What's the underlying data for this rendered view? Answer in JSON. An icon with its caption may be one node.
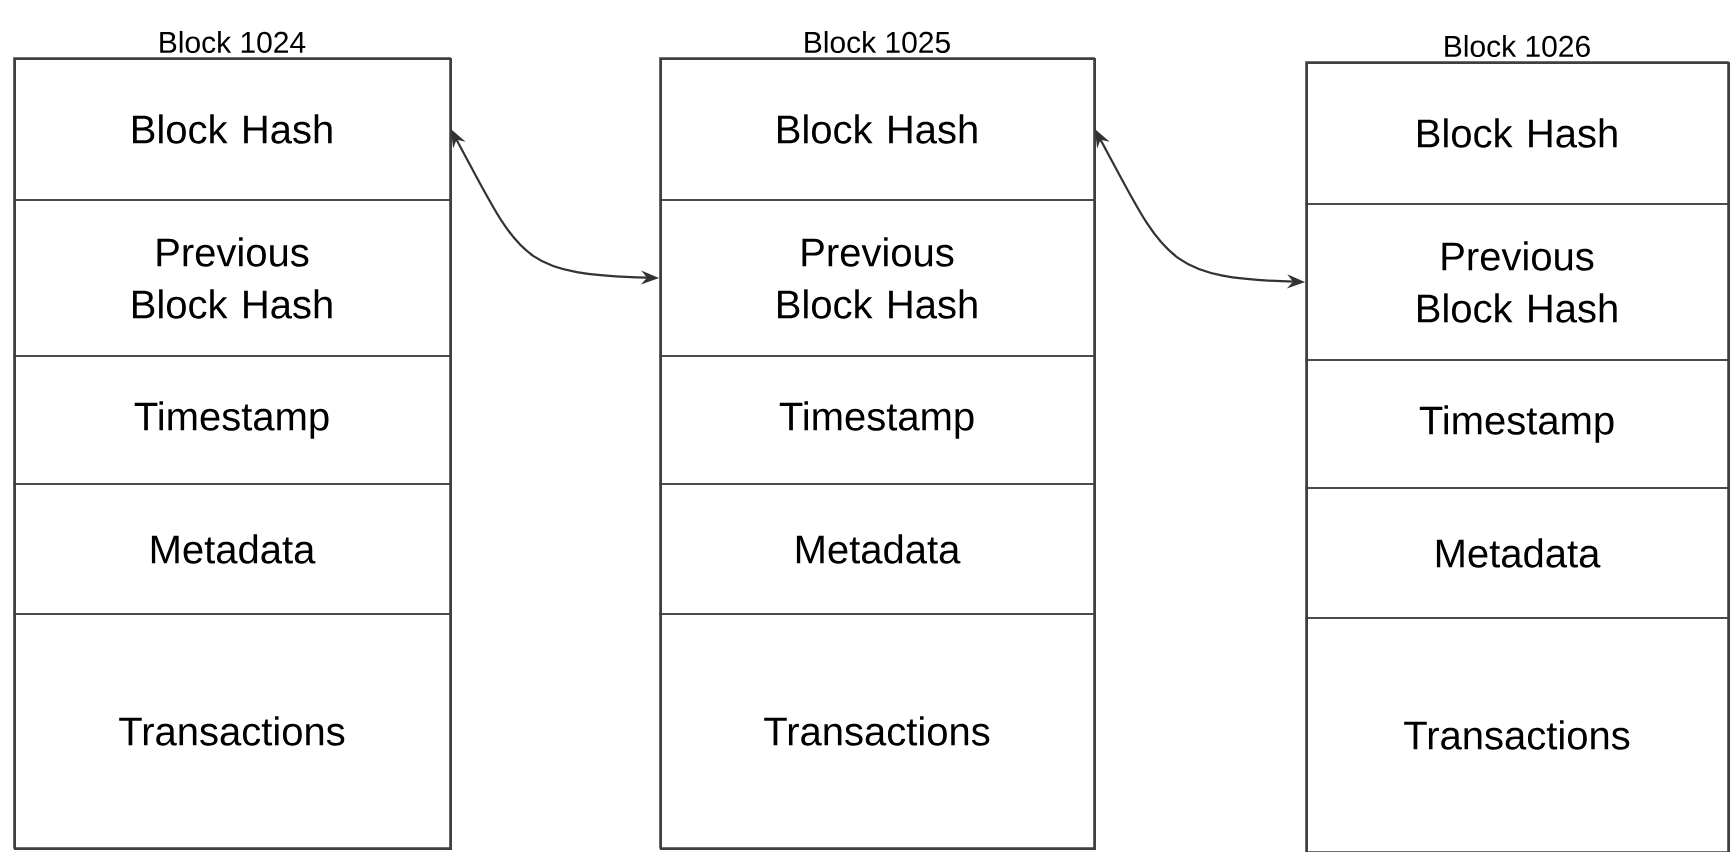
{
  "diagram": {
    "nodes": [
      {
        "text": [
          "Block 1024"
        ]
      },
      {
        "text": [
          "Block Hash"
        ],
        "in": 0
      },
      {
        "text": [
          "Previous Block Hash"
        ],
        "in": 0
      },
      {
        "text": [
          "Timestamp"
        ],
        "in": 0
      },
      {
        "text": [
          "Metadata"
        ],
        "in": 0
      },
      {
        "text": [
          "Transactions"
        ],
        "in": 0
      },
      {
        "text": [
          "Block 1025"
        ]
      },
      {
        "text": [
          "Block Hash"
        ],
        "in": 6
      },
      {
        "text": [
          "Previous Block Hash"
        ],
        "in": 6
      },
      {
        "text": [
          "Timestamp"
        ],
        "in": 6
      },
      {
        "text": [
          "Metadata"
        ],
        "in": 6
      },
      {
        "text": [
          "Transactions"
        ],
        "in": 6
      },
      {
        "text": [
          "Block 1026"
        ]
      },
      {
        "text": [
          "Block Hash"
        ],
        "in": 12
      },
      {
        "text": [
          "Previous Block Hash"
        ],
        "in": 12
      },
      {
        "text": [
          "Timestamp"
        ],
        "in": 12
      },
      {
        "text": [
          "Metadata"
        ],
        "in": 12
      },
      {
        "text": [
          "Transactions"
        ],
        "in": 12
      }
    ],
    "edges": [
      {
        "from": 1,
        "to": 8,
        "arrow": "both"
      },
      {
        "from": 7,
        "to": 14,
        "arrow": "both"
      }
    ]
  }
}
